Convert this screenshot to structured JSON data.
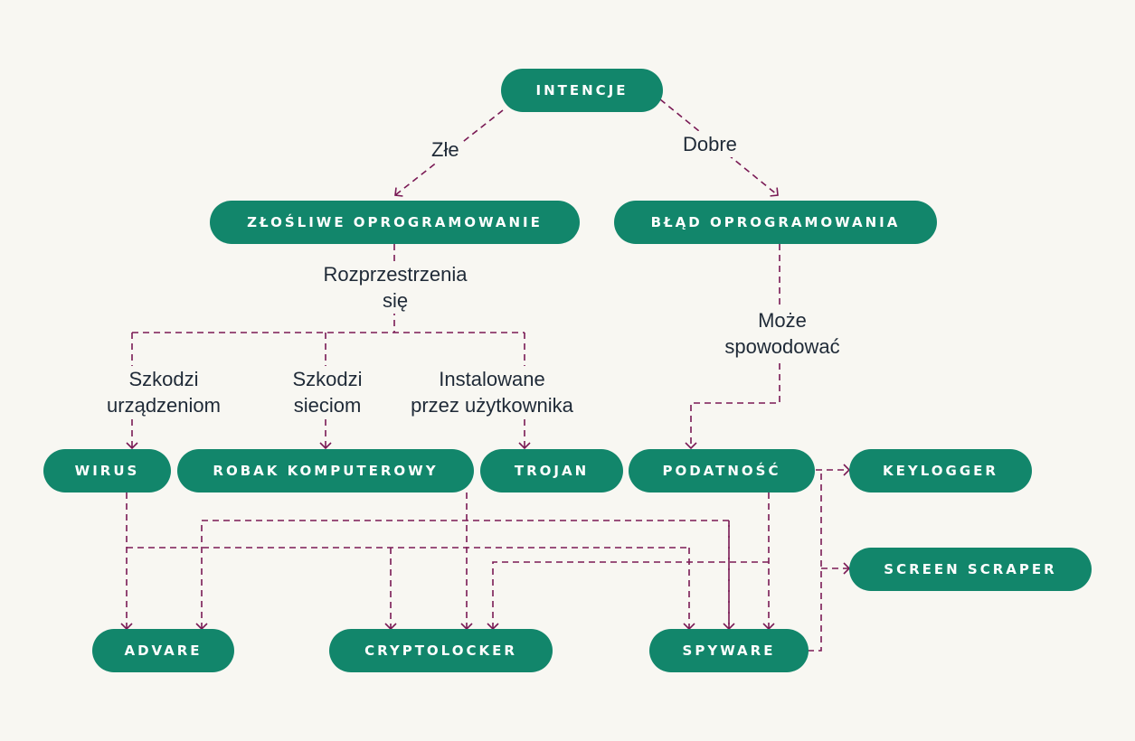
{
  "colors": {
    "background": "#f8f7f2",
    "node_fill": "#12866b",
    "node_text": "#ffffff",
    "connector": "#7a1a55",
    "label_text": "#1f2a37"
  },
  "nodes": {
    "intencje": "INTENCJE",
    "zlosliwe": "ZŁOŚLIWE OPROGRAMOWANIE",
    "blad": "BŁĄD OPROGRAMOWANIA",
    "wirus": "WIRUS",
    "robak": "ROBAK KOMPUTEROWY",
    "trojan": "TROJAN",
    "podatnosc": "PODATNOŚĆ",
    "keylogger": "KEYLOGGER",
    "screen_scraper": "SCREEN SCRAPER",
    "advare": "ADVARE",
    "cryptolocker": "CRYPTOLOCKER",
    "spyware": "SPYWARE"
  },
  "labels": {
    "zle": "Złe",
    "dobre": "Dobre",
    "rozprzestrzenia_1": "Rozprzestrzenia",
    "rozprzestrzenia_2": "się",
    "moze_1": "Może",
    "moze_2": "spowodować",
    "szkodzi_urz_1": "Szkodzi",
    "szkodzi_urz_2": "urządzeniom",
    "szkodzi_siec_1": "Szkodzi",
    "szkodzi_siec_2": "sieciom",
    "instalowane_1": "Instalowane",
    "instalowane_2": "przez użytkownika"
  }
}
